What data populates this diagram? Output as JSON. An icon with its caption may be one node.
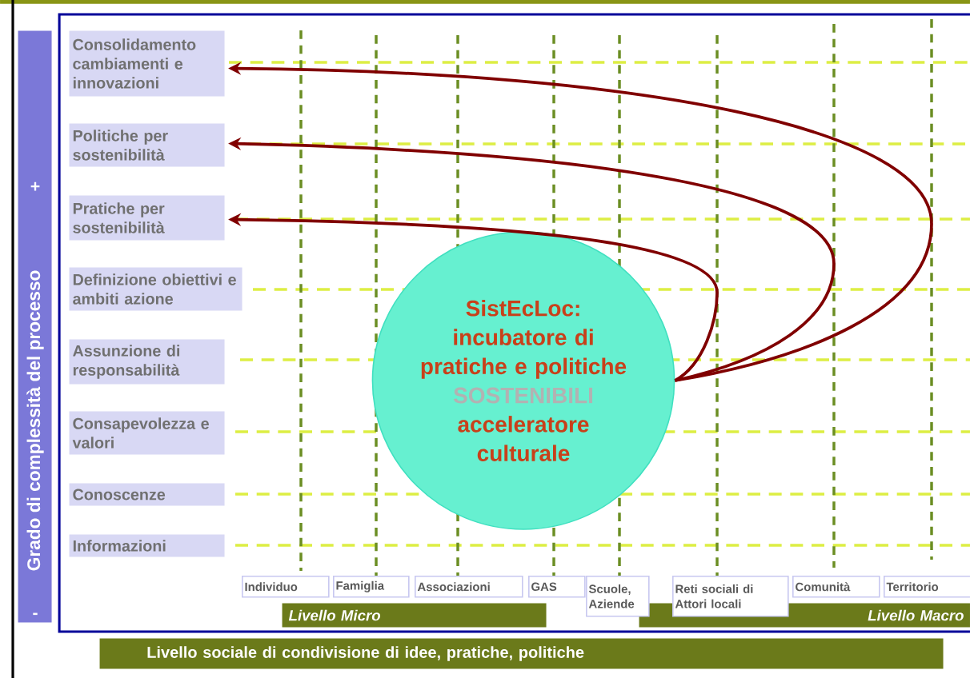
{
  "diagram": {
    "nodes": [
      {
        "text": [
          "+",
          "Grado di complessità del processo",
          "-"
        ]
      },
      {
        "text": [
          "Consolidamento cambiamenti e innovazioni"
        ]
      },
      {
        "text": [
          "Politiche per sostenibilità"
        ]
      },
      {
        "text": [
          "Pratiche per sostenibilità"
        ]
      },
      {
        "text": [
          "Definizione obiettivi e ambiti azione"
        ]
      },
      {
        "text": [
          "Assunzione di responsabilità"
        ]
      },
      {
        "text": [
          "Consapevolezza e valori"
        ]
      },
      {
        "text": [
          "Conoscenze"
        ]
      },
      {
        "text": [
          "Informazioni"
        ]
      },
      {
        "text": [
          "SistEcLoc: incubatore di pratiche e politiche",
          "SOSTENIBILI",
          "acceleratore culturale"
        ]
      },
      {
        "text": [
          "Individuo"
        ]
      },
      {
        "text": [
          "Famiglia"
        ]
      },
      {
        "text": [
          "Associazioni"
        ]
      },
      {
        "text": [
          "GAS"
        ]
      },
      {
        "text": [
          "Scuole, Aziende"
        ]
      },
      {
        "text": [
          "Reti sociali di Attori locali"
        ]
      },
      {
        "text": [
          "Comunità"
        ]
      },
      {
        "text": [
          "Territorio"
        ]
      },
      {
        "text": [
          "Livello Micro"
        ]
      },
      {
        "text": [
          "Livello Macro"
        ]
      },
      {
        "text": [
          "Livello sociale di condivisione di idee, pratiche, politiche"
        ]
      }
    ],
    "edges": [
      {
        "from": 9,
        "to": 1,
        "arrow": "to"
      },
      {
        "from": 9,
        "to": 2,
        "arrow": "to"
      },
      {
        "from": 9,
        "to": 3,
        "arrow": "to"
      }
    ]
  }
}
